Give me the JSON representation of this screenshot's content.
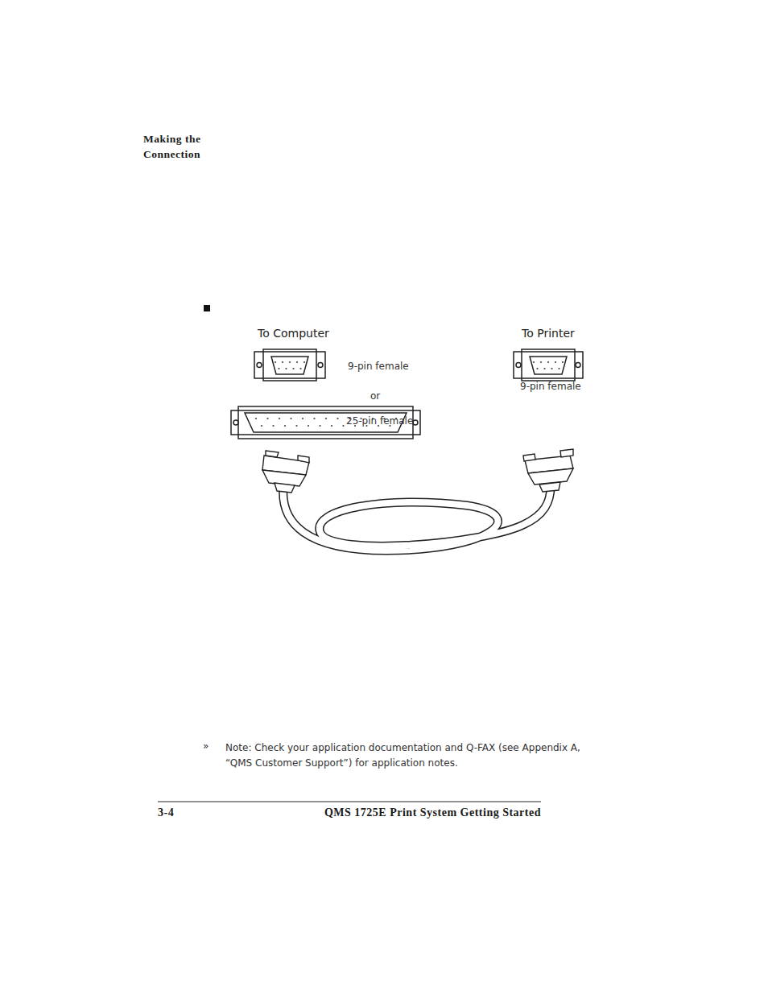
{
  "diagram": {
    "title": "Making the Connection",
    "labels": [
      "To Computer",
      "9-pin female",
      "or",
      "25-pin female",
      "To Printer",
      "9-pin female",
      "»",
      "Note: Check your application documentation and Q-FAX (see Appendix A, “QMS Customer Support”) for application notes.",
      "3-4",
      "QMS 1725E Print System Getting Started"
    ]
  }
}
